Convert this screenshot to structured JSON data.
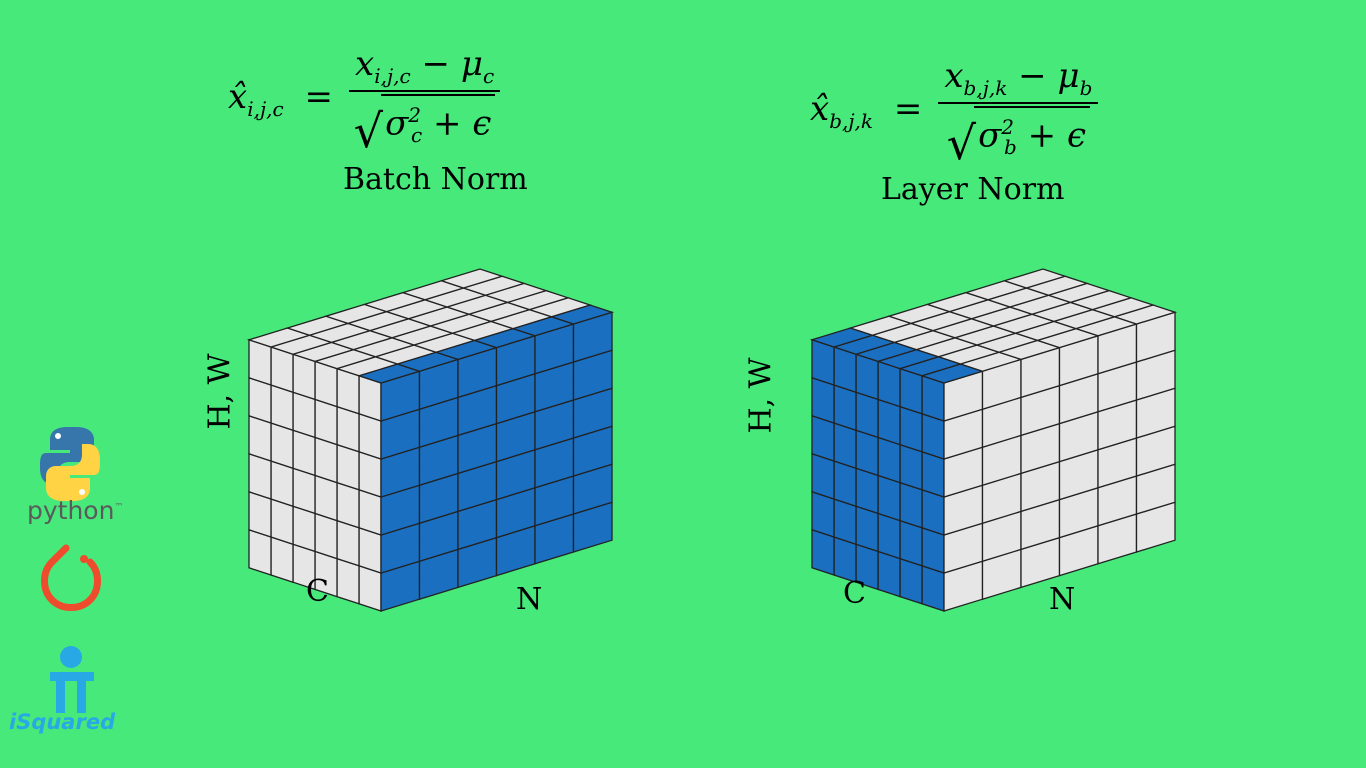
{
  "panels": [
    {
      "id": "batch-norm",
      "title": "Batch Norm",
      "formula": {
        "lhs": "x̂",
        "lhs_sub": "i,j,c",
        "num_x": "x",
        "num_x_sub": "i,j,c",
        "num_mu": "μ",
        "num_mu_sub": "c",
        "den_sigma": "σ",
        "den_sigma_sub": "c",
        "den_sigma_sup": "2",
        "den_eps": "ϵ"
      },
      "axis_labels": {
        "vertical": "H, W",
        "left_bottom": "C",
        "right_bottom": "N"
      },
      "highlight": "front-face"
    },
    {
      "id": "layer-norm",
      "title": "Layer Norm",
      "formula": {
        "lhs": "x̂",
        "lhs_sub": "b,j,k",
        "num_x": "x",
        "num_x_sub": "b,j,k",
        "num_mu": "μ",
        "num_mu_sub": "b",
        "den_sigma": "σ",
        "den_sigma_sub": "b",
        "den_sigma_sup": "2",
        "den_eps": "ϵ"
      },
      "axis_labels": {
        "vertical": "H, W",
        "left_bottom": "C",
        "right_bottom": "N"
      },
      "highlight": "side-face"
    }
  ],
  "colors": {
    "background": "#47e97b",
    "cell_light": "#e6e6e6",
    "cell_blue": "#1b6fc0",
    "grid_line": "#222222",
    "python_blue": "#3776ab",
    "python_yellow": "#ffd343",
    "pytorch_red": "#ee4c2c",
    "isquared_blue": "#29a8e6"
  },
  "logos": {
    "python": {
      "icon": "python-logo-icon",
      "text": "python",
      "tm": "™"
    },
    "pytorch": {
      "icon": "pytorch-logo-icon"
    },
    "isquared": {
      "icon": "isquared-logo-icon",
      "text": "iSquared"
    }
  }
}
